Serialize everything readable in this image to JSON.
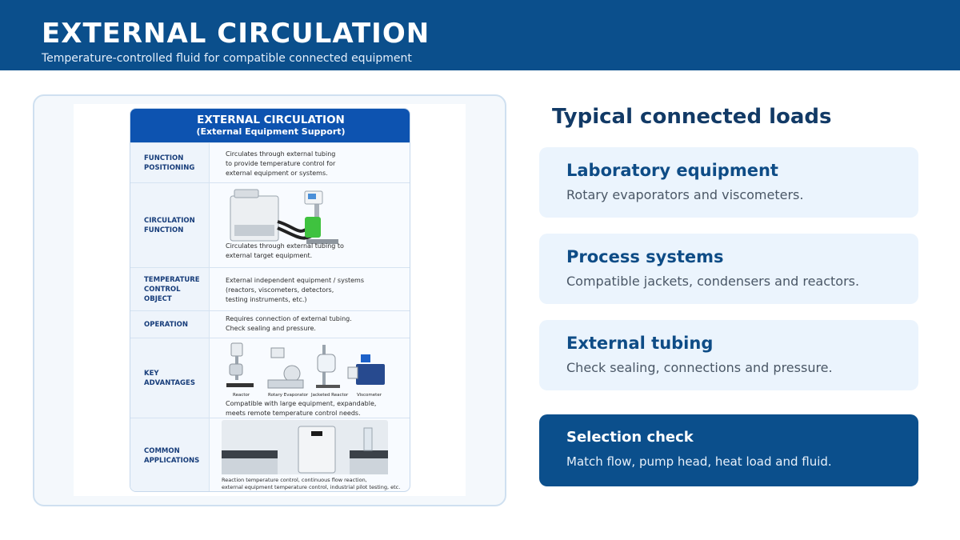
{
  "header": {
    "title": "EXTERNAL CIRCULATION",
    "subtitle": "Temperature-controlled fluid for compatible connected equipment"
  },
  "infographic": {
    "title": "EXTERNAL CIRCULATION",
    "subtitle": "(External Equipment Support)",
    "rows": [
      {
        "label": "FUNCTION\nPOSITIONING",
        "text": "Circulates through external tubing\nto provide temperature control for\nexternal equipment or systems."
      },
      {
        "label": "CIRCULATION\nFUNCTION",
        "text": "Circulates through external tubing to\nexternal target equipment."
      },
      {
        "label": "TEMPERATURE\nCONTROL\nOBJECT",
        "text": "External independent equipment / systems\n(reactors, viscometers, detectors,\ntesting instruments, etc.)"
      },
      {
        "label": "OPERATION",
        "text": "Requires connection of external tubing.\nCheck sealing and pressure."
      },
      {
        "label": "KEY\nADVANTAGES",
        "text": "Compatible with large equipment, expandable,\nmeets remote temperature control needs."
      },
      {
        "label": "COMMON\nAPPLICATIONS",
        "text": "Reaction temperature control, continuous flow reaction,\nexternal equipment temperature control, industrial pilot testing, etc."
      }
    ],
    "device_captions": [
      "Reactor",
      "Rotary Evaporator",
      "Jacketed Reactor",
      "Viscometer"
    ]
  },
  "panel": {
    "heading": "Typical connected loads",
    "items": [
      {
        "title": "Laboratory equipment",
        "desc": "Rotary evaporators and viscometers."
      },
      {
        "title": "Process systems",
        "desc": "Compatible jackets, condensers and reactors."
      },
      {
        "title": "External tubing",
        "desc": "Check sealing, connections and pressure."
      }
    ],
    "check": {
      "title": "Selection check",
      "desc": "Match flow, pump head, heat load and fluid."
    }
  },
  "colors": {
    "brand": "#0b4f8c",
    "card_bg": "#ebf4fd",
    "heading": "#123a66",
    "accent_green": "#3fc23f"
  }
}
